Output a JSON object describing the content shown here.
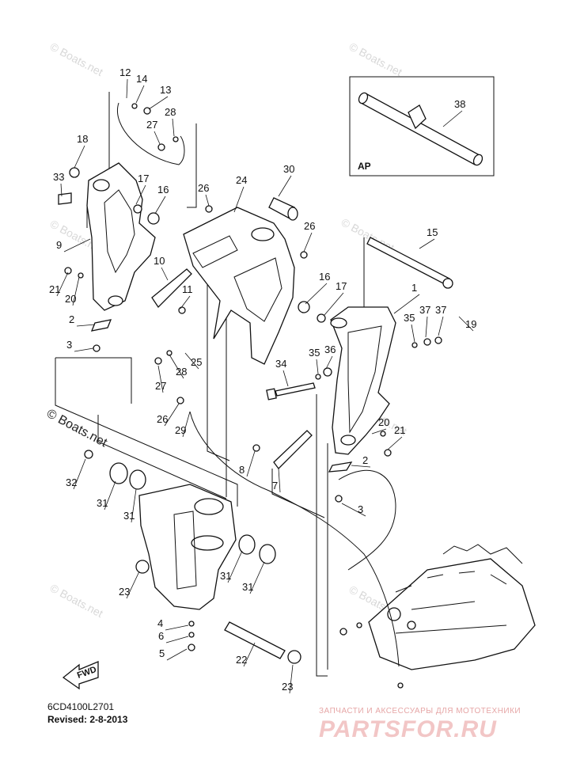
{
  "diagram": {
    "part_code": "6CD4100L2701",
    "revised": "Revised: 2-8-2013",
    "inset_label": "AP",
    "fwd_label": "FWD",
    "watermark": "© Boats.net",
    "brand_tagline": "ЗАПЧАСТИ И АКСЕССУАРЫ ДЛЯ МОТОТЕХНИКИ",
    "brand_name": "PARTSFOR.RU",
    "callouts": [
      {
        "label": "12"
      },
      {
        "label": "14"
      },
      {
        "label": "13"
      },
      {
        "label": "28"
      },
      {
        "label": "27"
      },
      {
        "label": "18"
      },
      {
        "label": "33"
      },
      {
        "label": "17"
      },
      {
        "label": "16"
      },
      {
        "label": "26"
      },
      {
        "label": "24"
      },
      {
        "label": "30"
      },
      {
        "label": "26"
      },
      {
        "label": "9"
      },
      {
        "label": "10"
      },
      {
        "label": "21"
      },
      {
        "label": "20"
      },
      {
        "label": "11"
      },
      {
        "label": "2"
      },
      {
        "label": "3"
      },
      {
        "label": "28"
      },
      {
        "label": "25"
      },
      {
        "label": "27"
      },
      {
        "label": "26"
      },
      {
        "label": "29"
      },
      {
        "label": "16"
      },
      {
        "label": "17"
      },
      {
        "label": "15"
      },
      {
        "label": "1"
      },
      {
        "label": "35"
      },
      {
        "label": "37"
      },
      {
        "label": "37"
      },
      {
        "label": "19"
      },
      {
        "label": "35"
      },
      {
        "label": "36"
      },
      {
        "label": "34"
      },
      {
        "label": "38"
      },
      {
        "label": "20"
      },
      {
        "label": "21"
      },
      {
        "label": "8"
      },
      {
        "label": "7"
      },
      {
        "label": "2"
      },
      {
        "label": "3"
      },
      {
        "label": "32"
      },
      {
        "label": "31"
      },
      {
        "label": "31"
      },
      {
        "label": "31"
      },
      {
        "label": "31"
      },
      {
        "label": "23"
      },
      {
        "label": "4"
      },
      {
        "label": "6"
      },
      {
        "label": "5"
      },
      {
        "label": "22"
      },
      {
        "label": "23"
      }
    ]
  }
}
